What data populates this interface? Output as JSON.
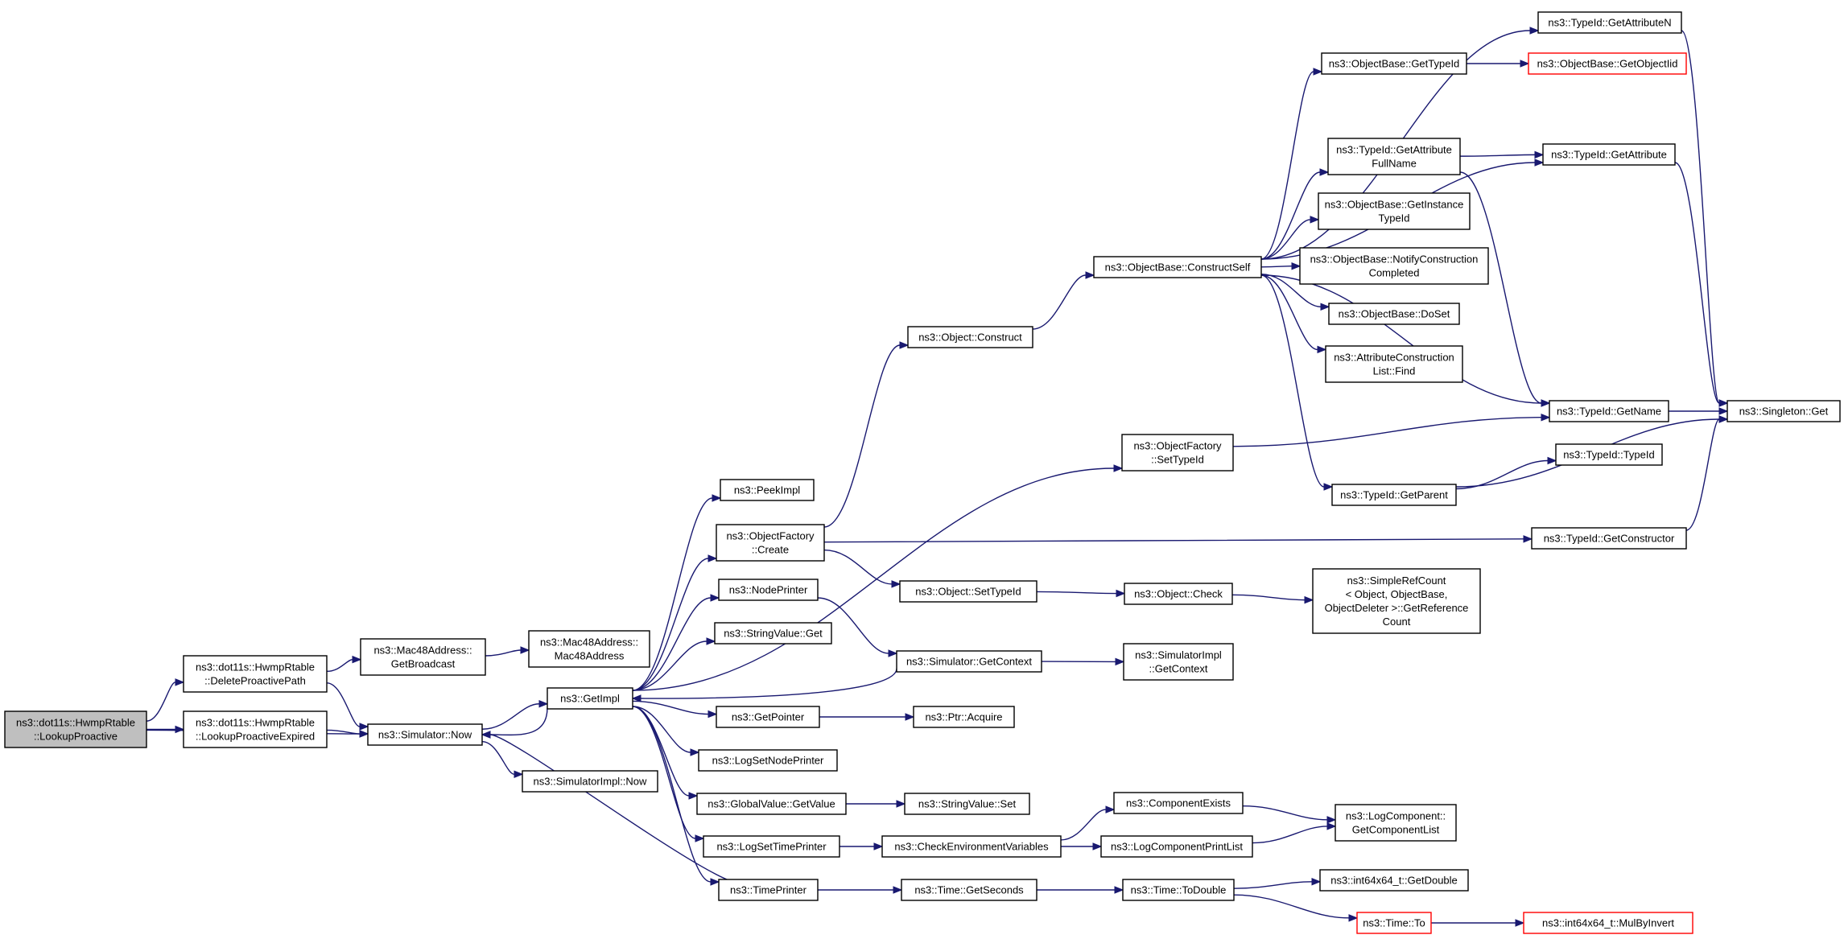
{
  "graph": {
    "colors": {
      "edge": "#191970",
      "node_border": "#000000",
      "node_border_truncated": "#ff0000",
      "root_fill": "#bfbfbf"
    },
    "nodes": [
      {
        "id": "lookup_proactive",
        "lines": [
          "ns3::dot11s::HwmpRtable",
          "::LookupProactive"
        ],
        "root": true
      },
      {
        "id": "delete_proactive",
        "lines": [
          "ns3::dot11s::HwmpRtable",
          "::DeleteProactivePath"
        ]
      },
      {
        "id": "lookup_expired",
        "lines": [
          "ns3::dot11s::HwmpRtable",
          "::LookupProactiveExpired"
        ]
      },
      {
        "id": "get_broadcast",
        "lines": [
          "ns3::Mac48Address::",
          "GetBroadcast"
        ]
      },
      {
        "id": "mac48_ctor",
        "lines": [
          "ns3::Mac48Address::",
          "Mac48Address"
        ]
      },
      {
        "id": "sim_now",
        "lines": [
          "ns3::Simulator::Now"
        ]
      },
      {
        "id": "simimpl_now",
        "lines": [
          "ns3::SimulatorImpl::Now"
        ]
      },
      {
        "id": "getimpl",
        "lines": [
          "ns3::GetImpl"
        ]
      },
      {
        "id": "peekimpl",
        "lines": [
          "ns3::PeekImpl"
        ]
      },
      {
        "id": "of_create",
        "lines": [
          "ns3::ObjectFactory",
          "::Create"
        ]
      },
      {
        "id": "nodeprinter",
        "lines": [
          "ns3::NodePrinter"
        ]
      },
      {
        "id": "stringvalue_get",
        "lines": [
          "ns3::StringValue::Get"
        ]
      },
      {
        "id": "getpointer",
        "lines": [
          "ns3::GetPointer"
        ]
      },
      {
        "id": "logsetnodeprinter",
        "lines": [
          "ns3::LogSetNodePrinter"
        ]
      },
      {
        "id": "gv_getvalue",
        "lines": [
          "ns3::GlobalValue::GetValue"
        ]
      },
      {
        "id": "logsettimeprinter",
        "lines": [
          "ns3::LogSetTimePrinter"
        ]
      },
      {
        "id": "timeprinter",
        "lines": [
          "ns3::TimePrinter"
        ]
      },
      {
        "id": "obj_construct",
        "lines": [
          "ns3::Object::Construct"
        ]
      },
      {
        "id": "obj_settypeid",
        "lines": [
          "ns3::Object::SetTypeId"
        ]
      },
      {
        "id": "sim_getcontext",
        "lines": [
          "ns3::Simulator::GetContext"
        ]
      },
      {
        "id": "ptr_acquire",
        "lines": [
          "ns3::Ptr::Acquire"
        ]
      },
      {
        "id": "sv_set",
        "lines": [
          "ns3::StringValue::Set"
        ]
      },
      {
        "id": "checkenv",
        "lines": [
          "ns3::CheckEnvironmentVariables"
        ]
      },
      {
        "id": "time_getseconds",
        "lines": [
          "ns3::Time::GetSeconds"
        ]
      },
      {
        "id": "ob_constructself",
        "lines": [
          "ns3::ObjectBase::ConstructSelf"
        ]
      },
      {
        "id": "of_settypeid",
        "lines": [
          "ns3::ObjectFactory",
          "::SetTypeId"
        ]
      },
      {
        "id": "obj_check",
        "lines": [
          "ns3::Object::Check"
        ]
      },
      {
        "id": "simimpl_getcontext",
        "lines": [
          "ns3::SimulatorImpl",
          "::GetContext"
        ]
      },
      {
        "id": "componentexists",
        "lines": [
          "ns3::ComponentExists"
        ]
      },
      {
        "id": "logcomponentprintlist",
        "lines": [
          "ns3::LogComponentPrintList"
        ]
      },
      {
        "id": "time_todouble",
        "lines": [
          "ns3::Time::ToDouble"
        ]
      },
      {
        "id": "ob_gettypeid",
        "lines": [
          "ns3::ObjectBase::GetTypeId"
        ]
      },
      {
        "id": "tid_getattrfullname",
        "lines": [
          "ns3::TypeId::GetAttribute",
          "FullName"
        ]
      },
      {
        "id": "ob_getinstancetypeid",
        "lines": [
          "ns3::ObjectBase::GetInstance",
          "TypeId"
        ]
      },
      {
        "id": "ob_notifyconstruction",
        "lines": [
          "ns3::ObjectBase::NotifyConstruction",
          "Completed"
        ]
      },
      {
        "id": "ob_doset",
        "lines": [
          "ns3::ObjectBase::DoSet"
        ]
      },
      {
        "id": "acl_find",
        "lines": [
          "ns3::AttributeConstruction",
          "List::Find"
        ]
      },
      {
        "id": "tid_getparent",
        "lines": [
          "ns3::TypeId::GetParent"
        ]
      },
      {
        "id": "simplerefcount",
        "lines": [
          "ns3::SimpleRefCount",
          "< Object, ObjectBase,",
          "ObjectDeleter >::GetReference",
          "Count"
        ]
      },
      {
        "id": "logcomp_getlist",
        "lines": [
          "ns3::LogComponent::",
          "GetComponentList"
        ]
      },
      {
        "id": "int64_getdouble",
        "lines": [
          "ns3::int64x64_t::GetDouble"
        ]
      },
      {
        "id": "time_to",
        "lines": [
          "ns3::Time::To"
        ],
        "red": true
      },
      {
        "id": "tid_getattributen",
        "lines": [
          "ns3::TypeId::GetAttributeN"
        ]
      },
      {
        "id": "ob_getobjectiid",
        "lines": [
          "ns3::ObjectBase::GetObjectIid"
        ],
        "red": true
      },
      {
        "id": "tid_getattribute",
        "lines": [
          "ns3::TypeId::GetAttribute"
        ]
      },
      {
        "id": "tid_getname",
        "lines": [
          "ns3::TypeId::GetName"
        ]
      },
      {
        "id": "tid_typeid",
        "lines": [
          "ns3::TypeId::TypeId"
        ]
      },
      {
        "id": "tid_getconstructor",
        "lines": [
          "ns3::TypeId::GetConstructor"
        ]
      },
      {
        "id": "singleton_get",
        "lines": [
          "ns3::Singleton::Get"
        ]
      },
      {
        "id": "int64_mulbyinvert",
        "lines": [
          "ns3::int64x64_t::MulByInvert"
        ],
        "red": true
      }
    ],
    "edges": [
      [
        "lookup_proactive",
        "delete_proactive"
      ],
      [
        "lookup_proactive",
        "lookup_expired"
      ],
      [
        "lookup_proactive",
        "sim_now"
      ],
      [
        "delete_proactive",
        "get_broadcast"
      ],
      [
        "delete_proactive",
        "sim_now"
      ],
      [
        "lookup_expired",
        "sim_now"
      ],
      [
        "get_broadcast",
        "mac48_ctor"
      ],
      [
        "sim_now",
        "getimpl"
      ],
      [
        "sim_now",
        "simimpl_now"
      ],
      [
        "getimpl",
        "peekimpl"
      ],
      [
        "getimpl",
        "of_create"
      ],
      [
        "getimpl",
        "nodeprinter"
      ],
      [
        "getimpl",
        "stringvalue_get"
      ],
      [
        "getimpl",
        "getpointer"
      ],
      [
        "getimpl",
        "logsetnodeprinter"
      ],
      [
        "getimpl",
        "gv_getvalue"
      ],
      [
        "getimpl",
        "logsettimeprinter"
      ],
      [
        "getimpl",
        "timeprinter"
      ],
      [
        "getimpl",
        "of_settypeid"
      ],
      [
        "getimpl",
        "sim_now"
      ],
      [
        "of_create",
        "obj_construct"
      ],
      [
        "of_create",
        "obj_settypeid"
      ],
      [
        "of_create",
        "tid_getconstructor"
      ],
      [
        "nodeprinter",
        "sim_getcontext"
      ],
      [
        "getpointer",
        "ptr_acquire"
      ],
      [
        "gv_getvalue",
        "sv_set"
      ],
      [
        "logsettimeprinter",
        "checkenv"
      ],
      [
        "timeprinter",
        "time_getseconds"
      ],
      [
        "timeprinter",
        "sim_now"
      ],
      [
        "sim_getcontext",
        "getimpl"
      ],
      [
        "sim_getcontext",
        "simimpl_getcontext"
      ],
      [
        "obj_construct",
        "ob_constructself"
      ],
      [
        "obj_settypeid",
        "obj_check"
      ],
      [
        "checkenv",
        "componentexists"
      ],
      [
        "checkenv",
        "logcomponentprintlist"
      ],
      [
        "time_getseconds",
        "time_todouble"
      ],
      [
        "obj_check",
        "simplerefcount"
      ],
      [
        "componentexists",
        "logcomp_getlist"
      ],
      [
        "logcomponentprintlist",
        "logcomp_getlist"
      ],
      [
        "time_todouble",
        "int64_getdouble"
      ],
      [
        "time_todouble",
        "time_to"
      ],
      [
        "time_to",
        "int64_mulbyinvert"
      ],
      [
        "of_settypeid",
        "tid_getname"
      ],
      [
        "ob_constructself",
        "tid_getattributen"
      ],
      [
        "ob_constructself",
        "ob_gettypeid"
      ],
      [
        "ob_constructself",
        "tid_getattribute"
      ],
      [
        "ob_constructself",
        "tid_getattrfullname"
      ],
      [
        "ob_constructself",
        "ob_getinstancetypeid"
      ],
      [
        "ob_constructself",
        "ob_notifyconstruction"
      ],
      [
        "ob_constructself",
        "ob_doset"
      ],
      [
        "ob_constructself",
        "acl_find"
      ],
      [
        "ob_constructself",
        "tid_getname"
      ],
      [
        "ob_constructself",
        "tid_getparent"
      ],
      [
        "ob_gettypeid",
        "ob_getobjectiid"
      ],
      [
        "tid_getattrfullname",
        "tid_getattribute"
      ],
      [
        "tid_getattrfullname",
        "tid_getname"
      ],
      [
        "tid_getattributen",
        "singleton_get"
      ],
      [
        "tid_getattribute",
        "singleton_get"
      ],
      [
        "tid_getname",
        "singleton_get"
      ],
      [
        "tid_getparent",
        "tid_typeid"
      ],
      [
        "tid_getparent",
        "singleton_get"
      ],
      [
        "tid_getconstructor",
        "singleton_get"
      ]
    ]
  }
}
